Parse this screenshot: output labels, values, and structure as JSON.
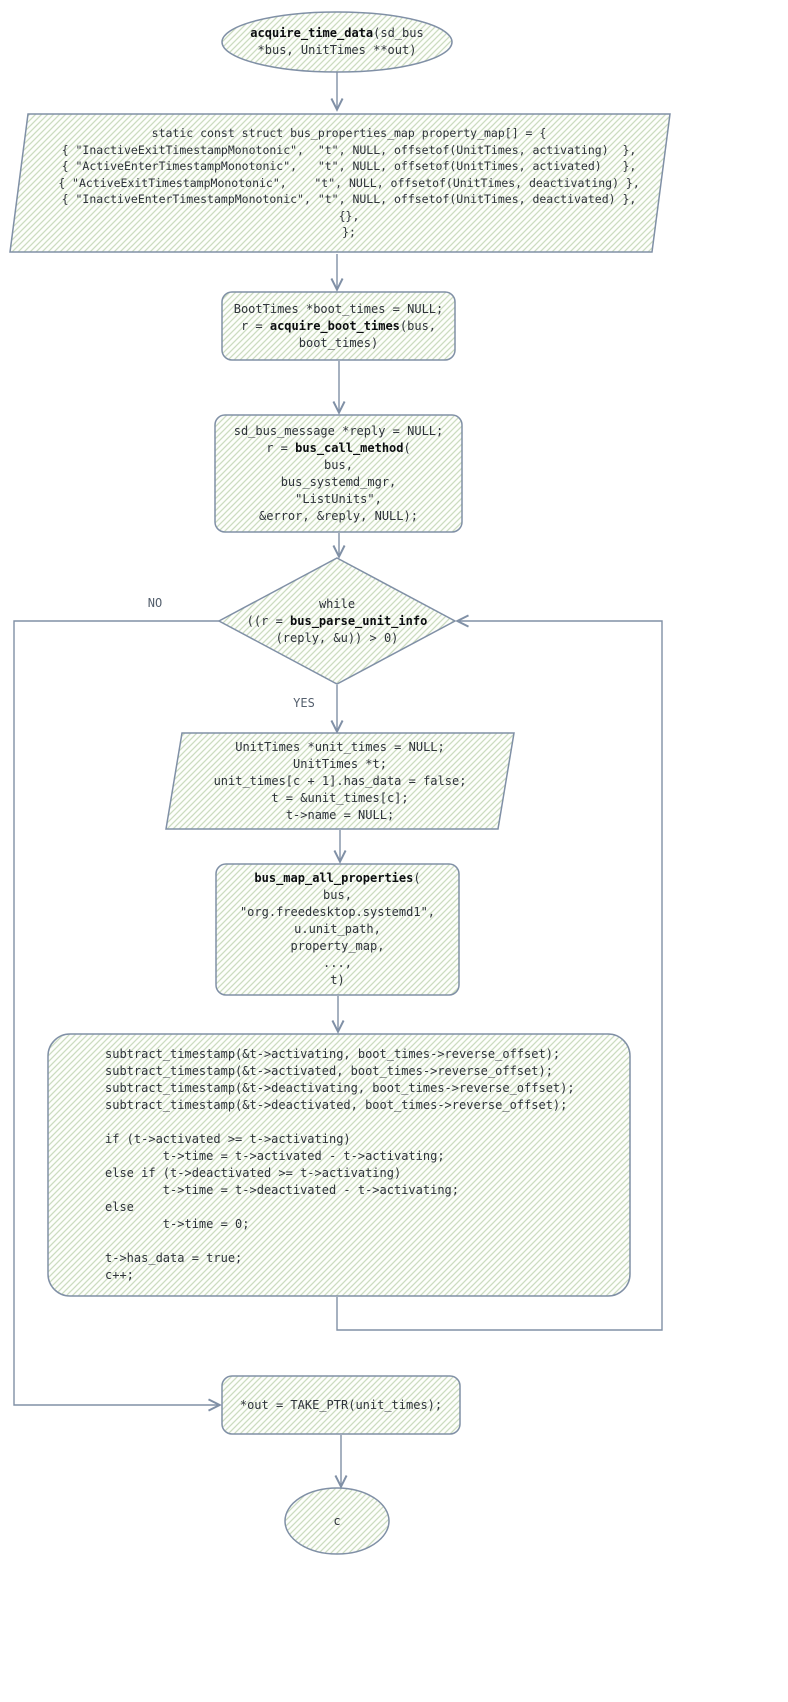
{
  "edge_labels": {
    "no": "NO",
    "yes": "YES"
  },
  "nodes": {
    "start": {
      "title_bold": "acquire_time_data",
      "title_rest": "(sd_bus",
      "line2": "*bus, UnitTimes **out)"
    },
    "property_map": {
      "lines": [
        "static const struct bus_properties_map property_map[] = {",
        "{ \"InactiveExitTimestampMonotonic\",  \"t\", NULL, offsetof(UnitTimes, activating)  },",
        "{ \"ActiveEnterTimestampMonotonic\",   \"t\", NULL, offsetof(UnitTimes, activated)   },",
        "{ \"ActiveExitTimestampMonotonic\",    \"t\", NULL, offsetof(UnitTimes, deactivating) },",
        "{ \"InactiveEnterTimestampMonotonic\", \"t\", NULL, offsetof(UnitTimes, deactivated) },",
        "{},",
        "};"
      ]
    },
    "acquire_boot_times": {
      "l1": "BootTimes *boot_times = NULL;",
      "l2_pre": "r = ",
      "l2_bold": "acquire_boot_times",
      "l2_post": "(bus,",
      "l3": "boot_times)"
    },
    "bus_call_method": {
      "l1": "sd_bus_message *reply = NULL;",
      "l2_pre": "r = ",
      "l2_bold": "bus_call_method",
      "l2_post": "(",
      "rest": [
        "bus,",
        "bus_systemd_mgr,",
        "\"ListUnits\",",
        "&error, &reply, NULL);"
      ]
    },
    "while_decision": {
      "l1": "while",
      "l2_pre": "((r = ",
      "l2_bold": "bus_parse_unit_info",
      "l3": "(reply, &u)) > 0)"
    },
    "unit_times_init": {
      "lines": [
        "UnitTimes *unit_times = NULL;",
        "UnitTimes *t;",
        "unit_times[c + 1].has_data = false;",
        "t = &unit_times[c];",
        "t->name = NULL;"
      ]
    },
    "bus_map_all_properties": {
      "l1_bold": "bus_map_all_properties",
      "l1_post": "(",
      "rest": [
        "bus,",
        "\"org.freedesktop.systemd1\",",
        "u.unit_path,",
        "property_map,",
        "...,",
        "t)"
      ]
    },
    "timestamp_block": {
      "lines": [
        "subtract_timestamp(&t->activating, boot_times->reverse_offset);",
        "subtract_timestamp(&t->activated, boot_times->reverse_offset);",
        "subtract_timestamp(&t->deactivating, boot_times->reverse_offset);",
        "subtract_timestamp(&t->deactivated, boot_times->reverse_offset);",
        "",
        "if (t->activated >= t->activating)",
        "        t->time = t->activated - t->activating;",
        "else if (t->deactivated >= t->activating)",
        "        t->time = t->deactivated - t->activating;",
        "else",
        "        t->time = 0;",
        "",
        "t->has_data = true;",
        "c++;"
      ]
    },
    "take_ptr": {
      "l1": "*out = TAKE_PTR(unit_times);"
    },
    "end": {
      "label": "c"
    }
  },
  "colors": {
    "stroke": "#8090a6",
    "hatch": "#ccdcc0",
    "text": "#2e333a"
  }
}
